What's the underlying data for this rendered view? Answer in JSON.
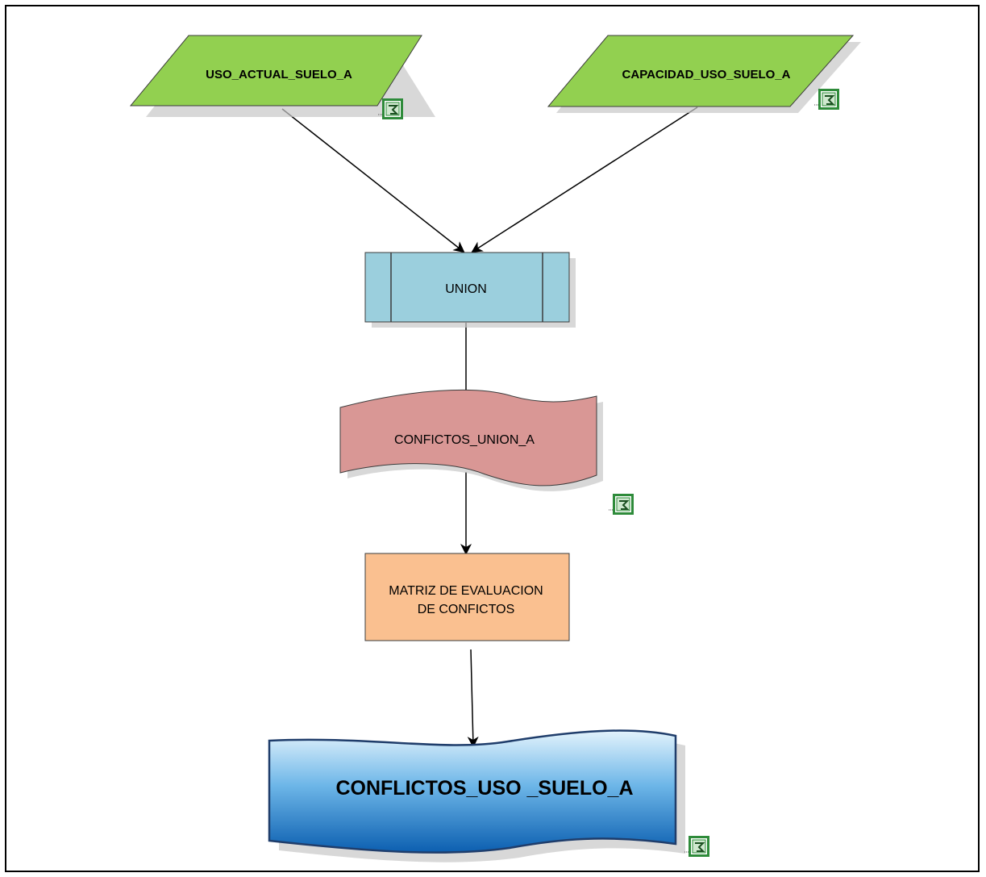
{
  "diagram": {
    "nodes": {
      "uso_actual": {
        "label": "USO_ACTUAL_SUELO_A",
        "fill": "#92d050"
      },
      "capacidad": {
        "label": "CAPACIDAD_USO_SUELO_A",
        "fill": "#92d050"
      },
      "union": {
        "label": "UNION",
        "fill": "#9bcfdd"
      },
      "conflictos_union": {
        "label": "CONFICTOS_UNION_A",
        "fill": "#d99795"
      },
      "matriz": {
        "label_line1": "MATRIZ DE EVALUACION",
        "label_line2": "DE CONFICTOS",
        "fill": "#fac090"
      },
      "conflictos_uso": {
        "label": "CONFLICTOS_USO _SUELO_A",
        "fill_top": "#dbeef9",
        "fill_bottom": "#0c6fc4"
      }
    },
    "edges": [
      {
        "from": "uso_actual",
        "to": "union"
      },
      {
        "from": "capacidad",
        "to": "union"
      },
      {
        "from": "union",
        "to": "conflictos_union"
      },
      {
        "from": "conflictos_union",
        "to": "matriz"
      },
      {
        "from": "matriz",
        "to": "conflictos_uso"
      }
    ],
    "icon_name": "model-link-icon"
  }
}
